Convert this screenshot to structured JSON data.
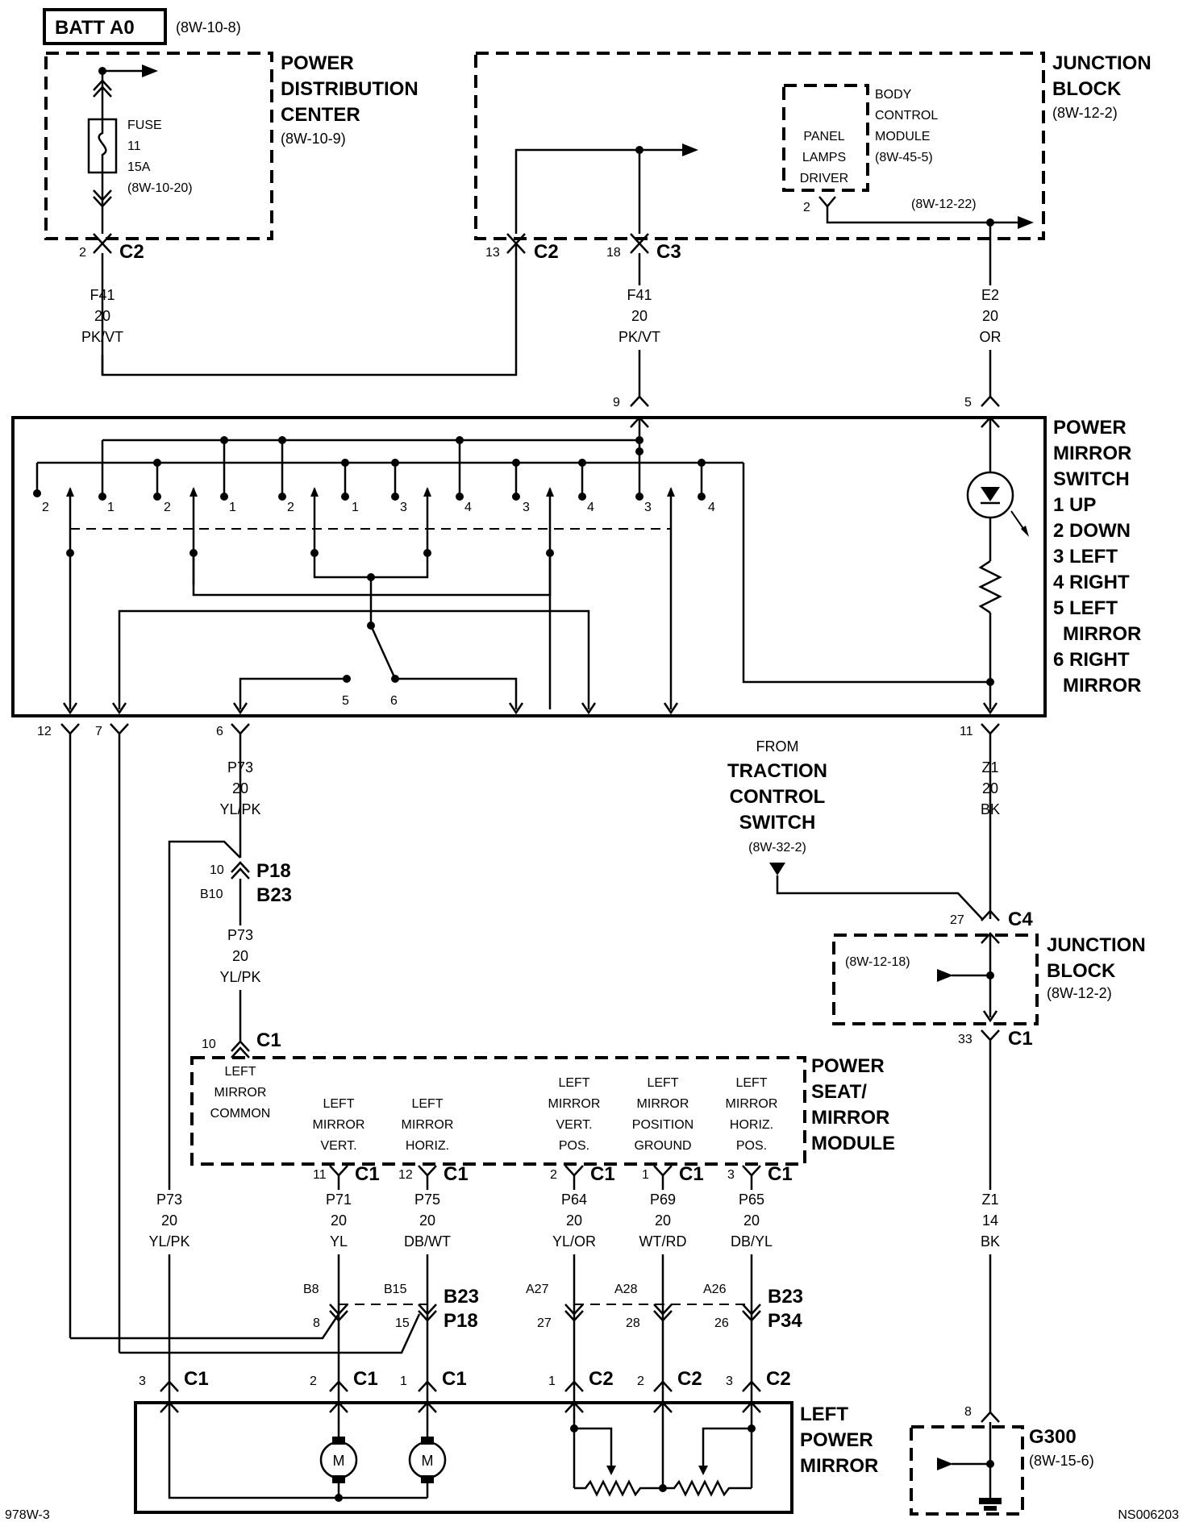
{
  "labels": {
    "batt": "BATT A0",
    "batt_ref": "(8W-10-8)",
    "pdc": [
      "POWER",
      "DISTRIBUTION",
      "CENTER"
    ],
    "pdc_ref": "(8W-10-9)",
    "fuse": [
      "FUSE",
      "11",
      "15A",
      "(8W-10-20)"
    ],
    "jb_top": [
      "JUNCTION",
      "BLOCK"
    ],
    "jb_top_ref": "(8W-12-2)",
    "bcm": [
      "BODY",
      "CONTROL",
      "MODULE",
      "(8W-45-5)"
    ],
    "panel": [
      "PANEL",
      "LAMPS",
      "DRIVER"
    ],
    "ref_12_22": "(8W-12-22)",
    "switch": [
      "POWER",
      "MIRROR",
      "SWITCH",
      "1 UP",
      "2 DOWN",
      "3 LEFT",
      "4 RIGHT",
      "5 LEFT",
      "MIRROR",
      "6 RIGHT",
      "MIRROR"
    ],
    "from": "FROM",
    "tcs": [
      "TRACTION",
      "CONTROL",
      "SWITCH"
    ],
    "tcs_ref": "(8W-32-2)",
    "jb_mid": [
      "JUNCTION",
      "BLOCK"
    ],
    "jb_mid_ref": "(8W-12-2)",
    "ref_12_18": "(8W-12-18)",
    "psm": [
      "POWER",
      "SEAT/",
      "MIRROR",
      "MODULE"
    ],
    "left_mirror_common": [
      "LEFT",
      "MIRROR",
      "COMMON"
    ],
    "lm_vert": [
      "LEFT",
      "MIRROR",
      "VERT."
    ],
    "lm_horiz": [
      "LEFT",
      "MIRROR",
      "HORIZ."
    ],
    "lm_vert_pos": [
      "LEFT",
      "MIRROR",
      "VERT.",
      "POS."
    ],
    "lm_pos_gnd": [
      "LEFT",
      "MIRROR",
      "POSITION",
      "GROUND"
    ],
    "lm_horiz_pos": [
      "LEFT",
      "MIRROR",
      "HORIZ.",
      "POS."
    ],
    "lpm": [
      "LEFT",
      "POWER",
      "MIRROR"
    ],
    "g300": "G300",
    "g300_ref": "(8W-15-6)",
    "motor": "M",
    "footer_left": "978W-3",
    "footer_right": "NS006203"
  },
  "connectors": {
    "c2": "C2",
    "c3": "C3",
    "c1": "C1",
    "c4": "C4",
    "p18": "P18",
    "b23": "B23",
    "p34": "P34",
    "n2": "2",
    "n13": "13",
    "n18": "18",
    "n9": "9",
    "n5": "5",
    "n11": "11",
    "n12": "12",
    "n7": "7",
    "n6": "6",
    "n10": "10",
    "b10": "B10",
    "n27": "27",
    "n33": "33",
    "pin11": "11",
    "pin12": "12",
    "pin2": "2",
    "pin1": "1",
    "pin3": "3",
    "b8": "B8",
    "b15": "B15",
    "a27": "A27",
    "a28": "A28",
    "a26": "A26",
    "n8": "8",
    "n15": "15",
    "n28": "28",
    "n26": "26",
    "pin8": "8",
    "bcm_pin": "2"
  },
  "switch_contacts": {
    "sw5": "5",
    "sw6": "6",
    "c_2a": "2",
    "c_1a": "1",
    "c_2b": "2",
    "c_1b": "1",
    "c_2c": "2",
    "c_1c": "1",
    "c_3a": "3",
    "c_4a": "4",
    "c_3b": "3",
    "c_4b": "4",
    "c_3c": "3",
    "c_4c": "4"
  },
  "wires": {
    "f41_left": [
      "F41",
      "20",
      "PK/VT"
    ],
    "f41_mid": [
      "F41",
      "20",
      "PK/VT"
    ],
    "e2": [
      "E2",
      "20",
      "OR"
    ],
    "z1_top": [
      "Z1",
      "20",
      "BK"
    ],
    "p73_top": [
      "P73",
      "20",
      "YL/PK"
    ],
    "p73_mid": [
      "P73",
      "20",
      "YL/PK"
    ],
    "p73_low": [
      "P73",
      "20",
      "YL/PK"
    ],
    "p71": [
      "P71",
      "20",
      "YL"
    ],
    "p75": [
      "P75",
      "20",
      "DB/WT"
    ],
    "p64": [
      "P64",
      "20",
      "YL/OR"
    ],
    "p69": [
      "P69",
      "20",
      "WT/RD"
    ],
    "p65": [
      "P65",
      "20",
      "DB/YL"
    ],
    "z1_low": [
      "Z1",
      "14",
      "BK"
    ]
  }
}
